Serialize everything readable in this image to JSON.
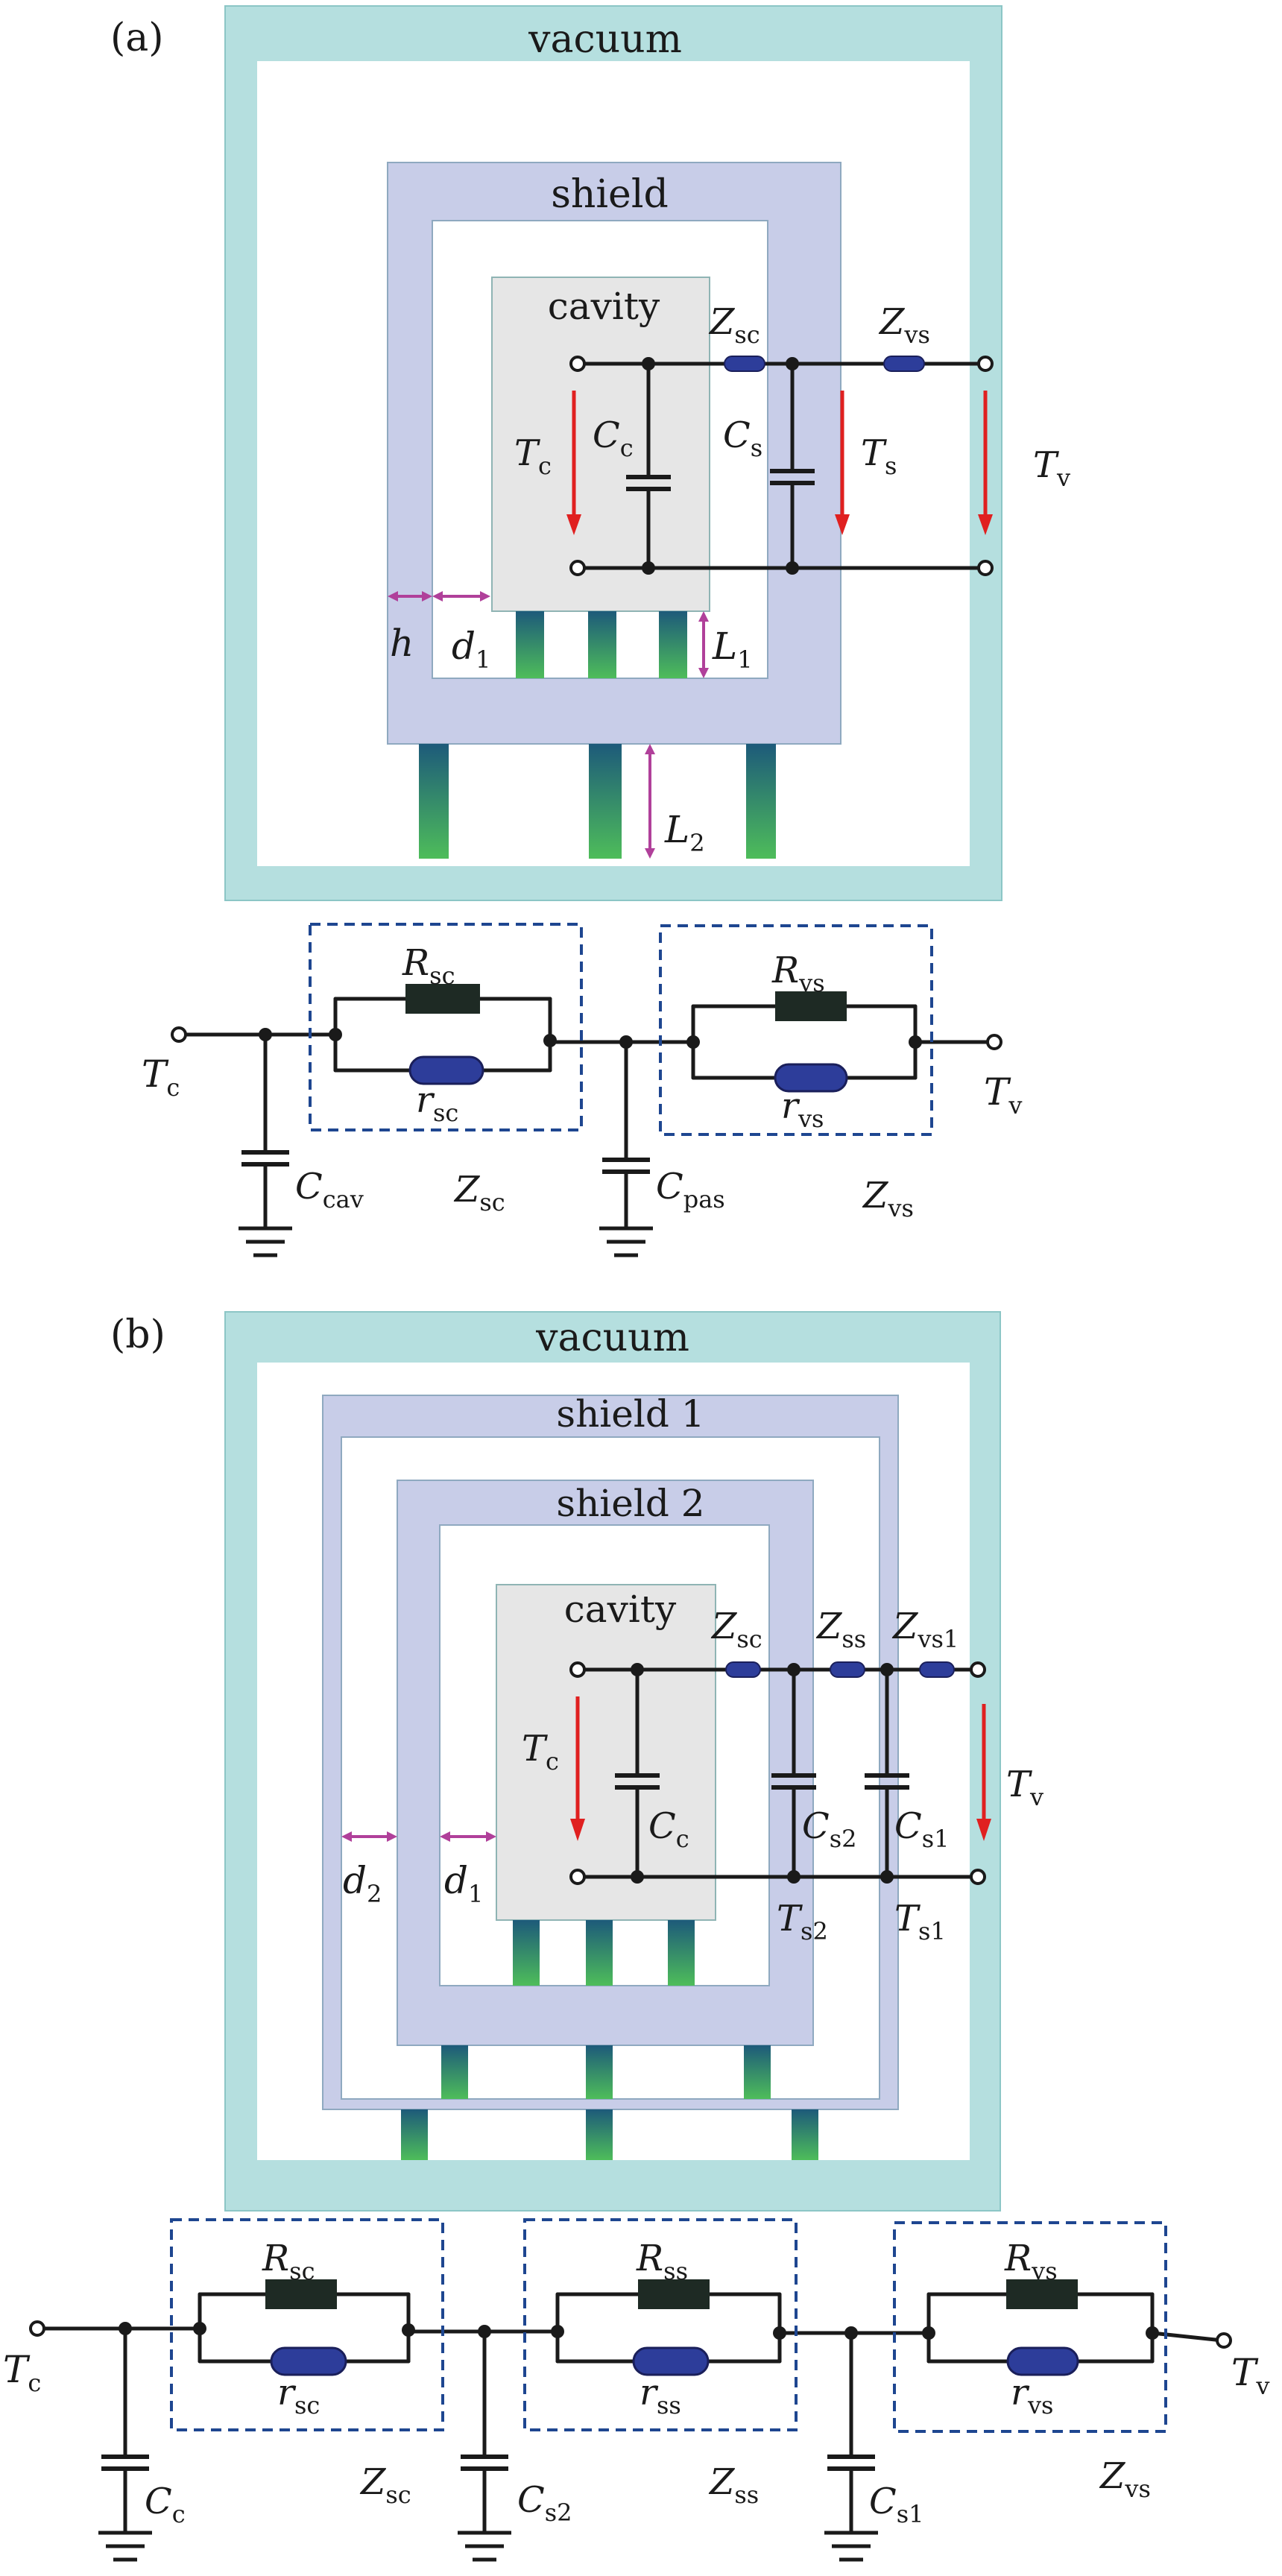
{
  "panel_a": {
    "tag": "(a)",
    "vacuum_label": "vacuum",
    "shield_label": "shield",
    "cavity_label": "cavity",
    "arrows": {
      "h": "h",
      "d1_main": "d",
      "d1_sub": "1",
      "L1_main": "L",
      "L1_sub": "1",
      "L2_main": "L",
      "L2_sub": "2"
    },
    "inner_circuit": {
      "Zsc": {
        "main": "Z",
        "sub": "sc"
      },
      "Zvs": {
        "main": "Z",
        "sub": "vs"
      },
      "Cc": {
        "main": "C",
        "sub": "c"
      },
      "Cs": {
        "main": "C",
        "sub": "s"
      },
      "Tc": {
        "main": "T",
        "sub": "c"
      },
      "Ts": {
        "main": "T",
        "sub": "s"
      },
      "Tv": {
        "main": "T",
        "sub": "v"
      }
    },
    "network": {
      "Tc": {
        "main": "T",
        "sub": "c"
      },
      "Tv": {
        "main": "T",
        "sub": "v"
      },
      "Rsc": {
        "main": "R",
        "sub": "sc"
      },
      "rsc": {
        "main": "r",
        "sub": "sc"
      },
      "Rvs": {
        "main": "R",
        "sub": "vs"
      },
      "rvs": {
        "main": "r",
        "sub": "vs"
      },
      "Ccav": {
        "main": "C",
        "sub": "cav"
      },
      "Cpas": {
        "main": "C",
        "sub": "pas"
      },
      "Zsc": {
        "main": "Z",
        "sub": "sc"
      },
      "Zvs": {
        "main": "Z",
        "sub": "vs"
      }
    }
  },
  "panel_b": {
    "tag": "(b)",
    "vacuum_label": "vacuum",
    "shield1_label": "shield 1",
    "shield2_label": "shield 2",
    "cavity_label": "cavity",
    "arrows": {
      "d2_main": "d",
      "d2_sub": "2",
      "d1_main": "d",
      "d1_sub": "1"
    },
    "inner_circuit": {
      "Zsc": {
        "main": "Z",
        "sub": "sc"
      },
      "Zss": {
        "main": "Z",
        "sub": "ss"
      },
      "Zvs1": {
        "main": "Z",
        "sub": "vs1"
      },
      "Tc": {
        "main": "T",
        "sub": "c"
      },
      "Tv": {
        "main": "T",
        "sub": "v"
      },
      "Cc": {
        "main": "C",
        "sub": "c"
      },
      "Cs2": {
        "main": "C",
        "sub": "s2"
      },
      "Cs1": {
        "main": "C",
        "sub": "s1"
      },
      "Ts2": {
        "main": "T",
        "sub": "s2"
      },
      "Ts1": {
        "main": "T",
        "sub": "s1"
      }
    },
    "network": {
      "Tc": {
        "main": "T",
        "sub": "c"
      },
      "Tv": {
        "main": "T",
        "sub": "v"
      },
      "Rsc": {
        "main": "R",
        "sub": "sc"
      },
      "rsc": {
        "main": "r",
        "sub": "sc"
      },
      "Rss": {
        "main": "R",
        "sub": "ss"
      },
      "rss": {
        "main": "r",
        "sub": "ss"
      },
      "Rvs": {
        "main": "R",
        "sub": "vs"
      },
      "rvs": {
        "main": "r",
        "sub": "vs"
      },
      "Cc": {
        "main": "C",
        "sub": "c"
      },
      "Cs2": {
        "main": "C",
        "sub": "s2"
      },
      "Cs1": {
        "main": "C",
        "sub": "s1"
      },
      "Zsc": {
        "main": "Z",
        "sub": "sc"
      },
      "Zss": {
        "main": "Z",
        "sub": "ss"
      },
      "Zvs": {
        "main": "Z",
        "sub": "vs"
      }
    }
  }
}
